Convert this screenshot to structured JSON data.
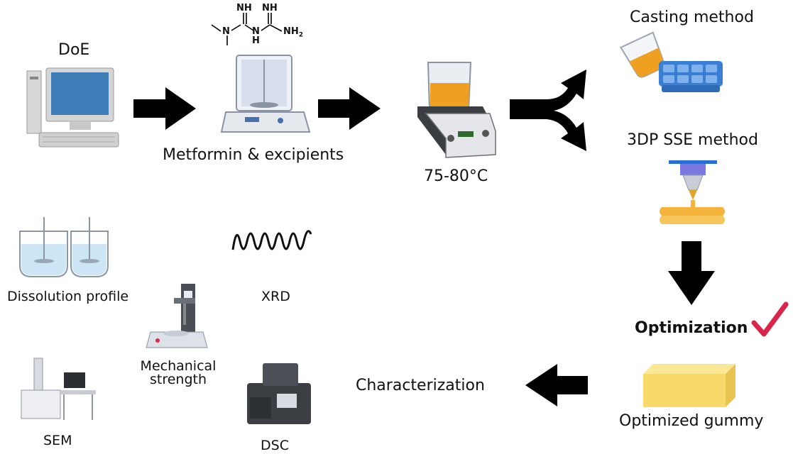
{
  "labels": {
    "doe": "DoE",
    "metformin": "Metformin & excipients",
    "temperature": "75-80°C",
    "casting": "Casting method",
    "sse": "3DP SSE method",
    "optimization": "Optimization",
    "optimized_gummy": "Optimized gummy",
    "characterization": "Characterization",
    "dissolution": "Dissolution profile",
    "xrd": "XRD",
    "mechanical_line1": "Mechanical",
    "mechanical_line2": "strength",
    "sem": "SEM",
    "dsc": "DSC"
  },
  "molecule": {
    "nh_a": "NH",
    "nh_b": "NH",
    "n": "N",
    "nh_c": "N",
    "h": "H",
    "nh2": "NH",
    "sub2": "2"
  },
  "colors": {
    "arrow": "#000000",
    "liquid": "#f0a020",
    "tray": "#3a7fd4",
    "gummy": "#f7e07a",
    "check": "#d9254a"
  }
}
